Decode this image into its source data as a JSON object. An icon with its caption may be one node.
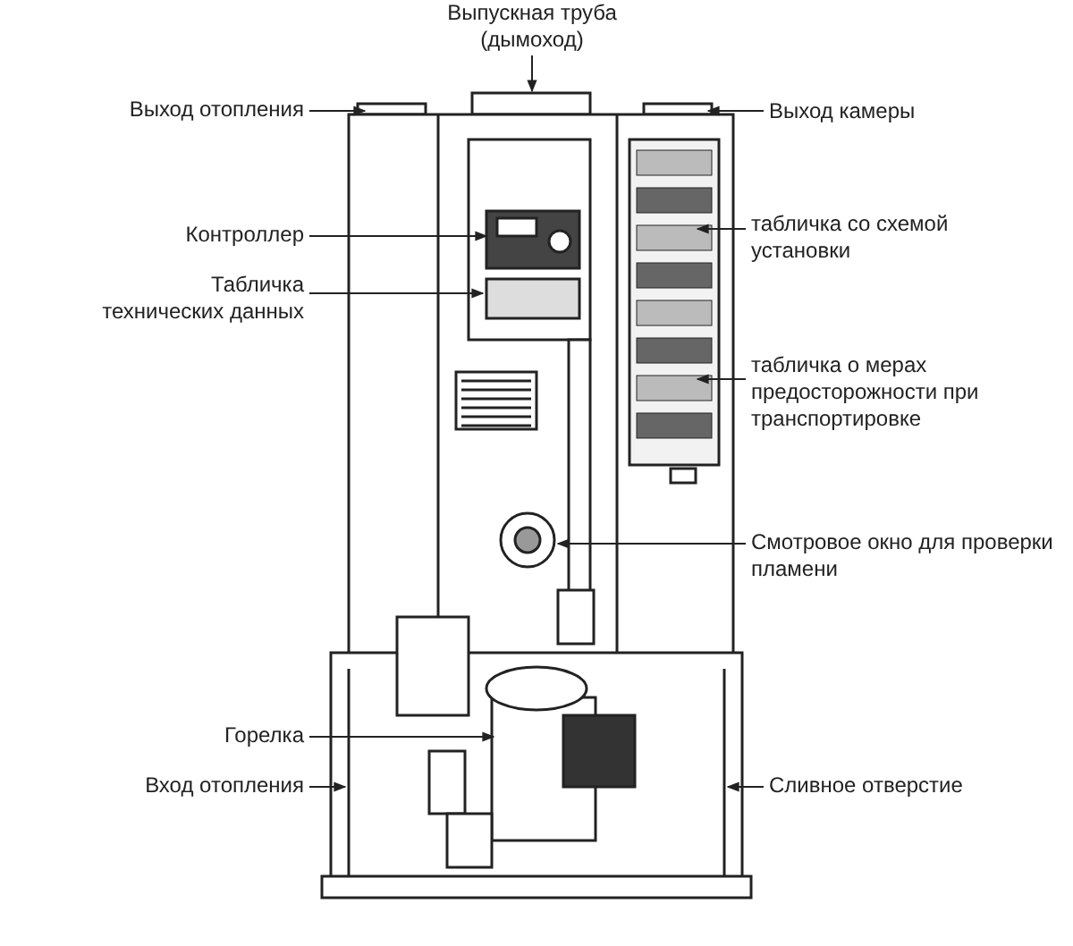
{
  "diagram": {
    "nodes": [
      {
        "text": [
          "Выпускная труба (дымоход)"
        ]
      },
      {
        "text": [
          "Выход отопления"
        ]
      },
      {
        "text": [
          "Выход камеры"
        ]
      },
      {
        "text": [
          "Контроллер"
        ]
      },
      {
        "text": [
          "табличка со схемой установки"
        ]
      },
      {
        "text": [
          "Табличка технических данных"
        ]
      },
      {
        "text": [
          "табличка о мерах предосторожности при транспортировке"
        ]
      },
      {
        "text": [
          "Смотровое окно для проверки пламени"
        ]
      },
      {
        "text": [
          "Горелка"
        ]
      },
      {
        "text": [
          "Вход отопления"
        ]
      },
      {
        "text": [
          "Сливное отверстие"
        ]
      }
    ],
    "edges": [
      {
        "from": 0,
        "to": null,
        "arrow": "to"
      },
      {
        "from": 1,
        "to": null,
        "arrow": "to"
      },
      {
        "from": 2,
        "to": null,
        "arrow": "to"
      },
      {
        "from": 3,
        "to": null,
        "arrow": "to"
      },
      {
        "from": 4,
        "to": null,
        "arrow": "to"
      },
      {
        "from": 5,
        "to": null,
        "arrow": "to"
      },
      {
        "from": 6,
        "to": null,
        "arrow": "to"
      },
      {
        "from": 7,
        "to": null,
        "arrow": "to"
      },
      {
        "from": 8,
        "to": null,
        "arrow": "to"
      },
      {
        "from": 9,
        "to": null,
        "arrow": "to"
      },
      {
        "from": 10,
        "to": null,
        "arrow": "to"
      }
    ]
  }
}
